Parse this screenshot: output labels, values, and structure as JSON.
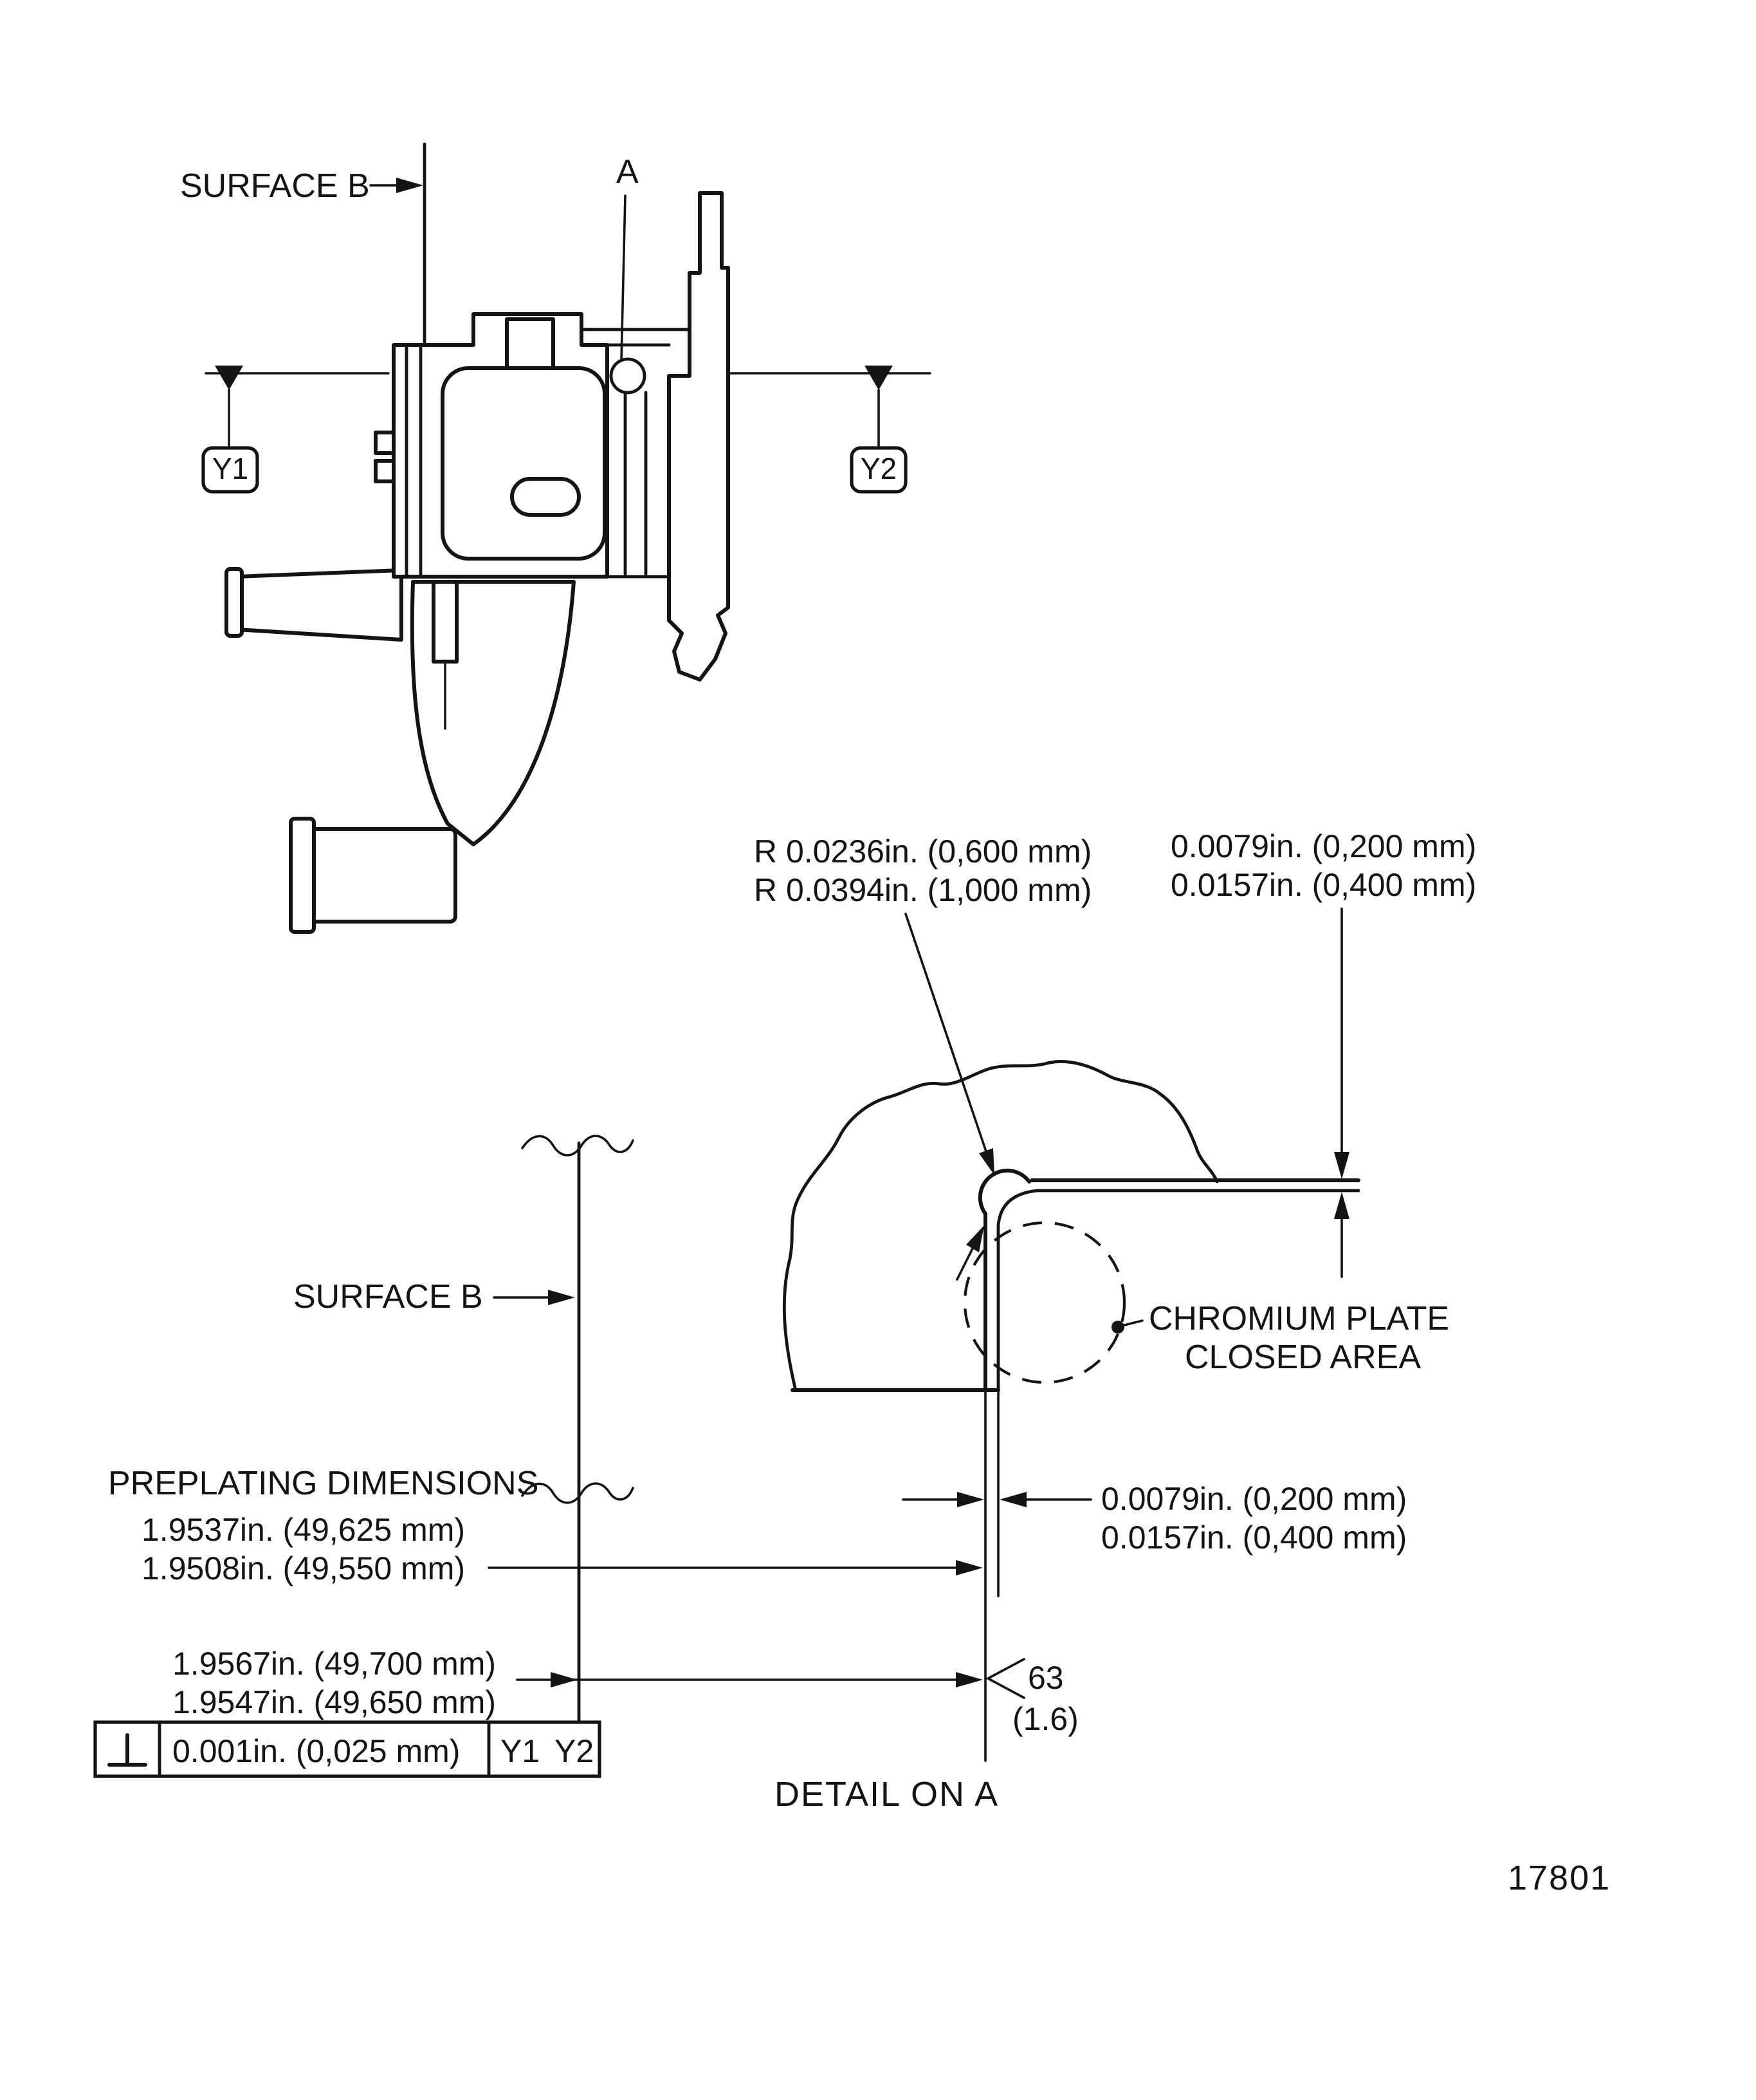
{
  "drawing": {
    "section_view": {
      "surface_b_label": "SURFACE B",
      "detail_marker": "A",
      "datum_left": "Y1",
      "datum_right": "Y2"
    },
    "detail_view": {
      "caption": "DETAIL ON A",
      "radius_note": {
        "line1": "R 0.0236in. (0,600 mm)",
        "line2": "R 0.0394in. (1,000 mm)"
      },
      "top_plating_thickness": {
        "line1": "0.0079in. (0,200 mm)",
        "line2": "0.0157in. (0,400 mm)"
      },
      "side_plating_thickness": {
        "line1": "0.0079in. (0,200 mm)",
        "line2": "0.0157in. (0,400 mm)"
      },
      "chromium_note": {
        "line1": "CHROMIUM PLATE",
        "line2": "CLOSED AREA"
      },
      "surface_roughness": {
        "value": "63",
        "metric": "(1.6)"
      }
    },
    "preplating": {
      "title": "PREPLATING DIMENSIONS",
      "surface_b_label": "SURFACE B",
      "dim_a": {
        "line1": "1.9537in. (49,625 mm)",
        "line2": "1.9508in. (49,550 mm)"
      },
      "dim_b": {
        "line1": "1.9567in. (49,700 mm)",
        "line2": "1.9547in. (49,650 mm)"
      }
    },
    "feature_control_frame": {
      "symbol": "perpendicularity",
      "tolerance": "0.001in. (0,025 mm)",
      "datum_1": "Y1",
      "datum_2": "Y2"
    },
    "figure_number": "17801"
  }
}
